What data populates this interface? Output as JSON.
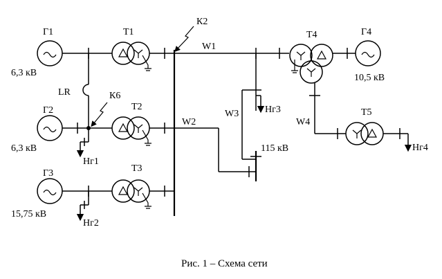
{
  "generators": {
    "g1": {
      "name": "Г1",
      "voltage": "6,3 кВ"
    },
    "g2": {
      "name": "Г2",
      "voltage": "6,3 кВ"
    },
    "g3": {
      "name": "Г3",
      "voltage": "15,75 кВ"
    },
    "g4": {
      "name": "Г4",
      "voltage": "10,5 кВ"
    }
  },
  "transformers": {
    "t1": "Т1",
    "t2": "Т2",
    "t3": "Т3",
    "t4": "Т4",
    "t5": "Т5"
  },
  "reactor": "LR",
  "faults": {
    "k2": "К2",
    "k6": "К6"
  },
  "lines": {
    "w1": "W1",
    "w2": "W2",
    "w3": "W3",
    "w4": "W4"
  },
  "loads": {
    "ng1": "Нг1",
    "ng2": "Нг2",
    "ng3": "Нг3",
    "ng4": "Нг4"
  },
  "bus_voltage": "115 кВ",
  "caption": "Рис. 1 – Схема сети"
}
